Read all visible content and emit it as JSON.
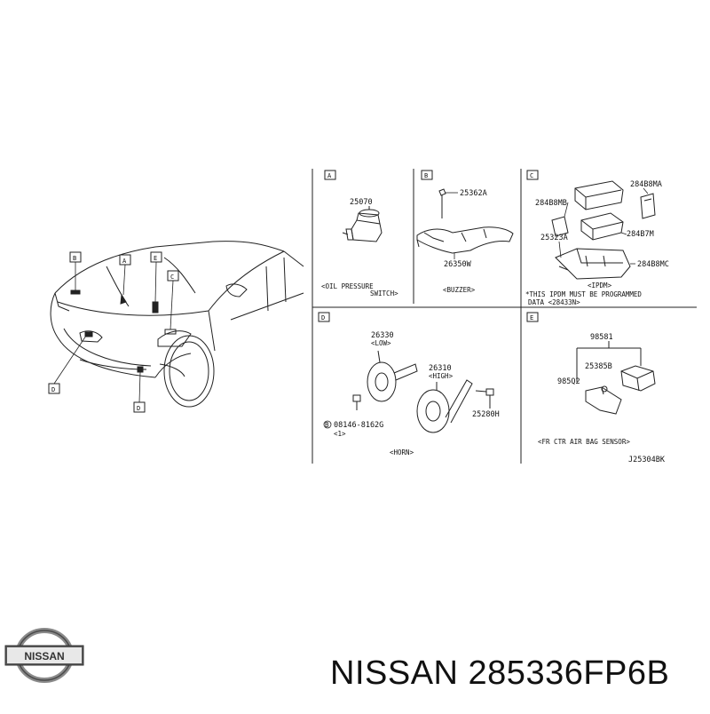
{
  "diagram": {
    "panels": {
      "A": {
        "letter": "A",
        "part": "25070",
        "caption_line1": "<OIL PRESSURE",
        "caption_line2": "SWITCH>"
      },
      "B": {
        "letter": "B",
        "part_top": "25362A",
        "part_bottom": "26350W",
        "caption": "<BUZZER>"
      },
      "C": {
        "letter": "C",
        "part_top": "284B8MB",
        "part_right_top": "284B8MA",
        "part_left": "25323A",
        "part_right_mid": "284B7M",
        "part_right_bottom": "284B8MC",
        "caption": "<IPDM>",
        "note_line1": "*THIS IPDM MUST BE PROGRAMMED",
        "note_line2": "DATA <28433N>"
      },
      "D": {
        "letter": "D",
        "low_part": "26330",
        "low_label": "<LOW>",
        "high_part": "26310",
        "high_label": "<HIGH>",
        "bolt_part": "08146-8162G",
        "bolt_qty": "<1>",
        "nut_part": "25280H",
        "caption": "<HORN>"
      },
      "E": {
        "letter": "E",
        "part_top": "98581",
        "part_mid": "25385B",
        "part_left": "985Q2",
        "caption": "<FR CTR AIR BAG SENSOR>"
      }
    },
    "car_callouts": [
      "B",
      "A",
      "E",
      "C",
      "D",
      "D"
    ],
    "drawing_code": "J25304BK"
  },
  "brand": {
    "logo_text": "NISSAN"
  },
  "footer": {
    "title": "NISSAN 285336FP6B"
  }
}
